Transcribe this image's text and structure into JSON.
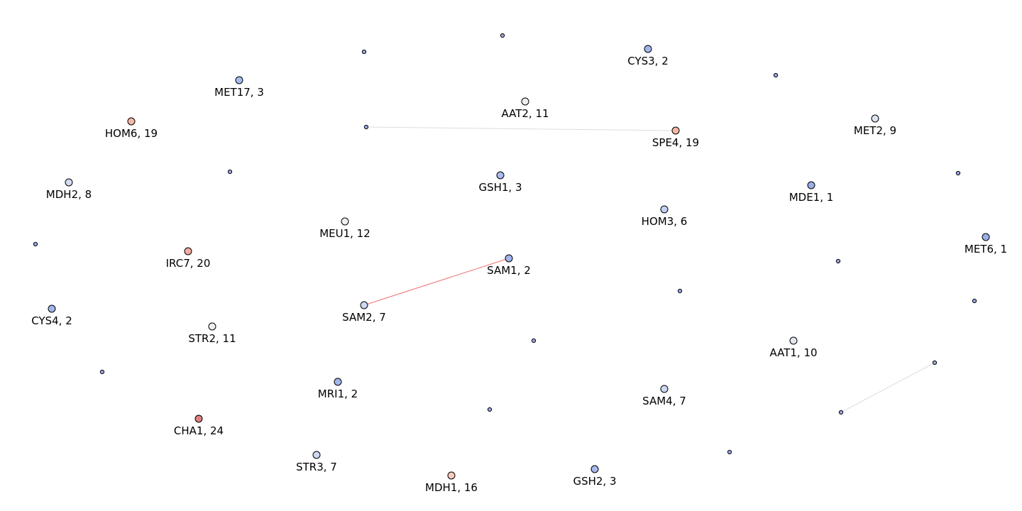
{
  "colors": {
    "background": "#ffffff",
    "node_stroke": "#000000",
    "small_node_fill": "#9aa6e6",
    "edge_red": "#f07070",
    "edge_gray": "#dddddd"
  },
  "nodes": [
    {
      "id": "MET17",
      "label": "MET17, 3",
      "color": "#a9bbee"
    },
    {
      "id": "HOM6",
      "label": "HOM6, 19",
      "color": "#f4b8a6"
    },
    {
      "id": "MDH2",
      "label": "MDH2, 8",
      "color": "#d3dcf3"
    },
    {
      "id": "IRC7",
      "label": "IRC7, 20",
      "color": "#f2ada0"
    },
    {
      "id": "CYS4",
      "label": "CYS4, 2",
      "color": "#a3b6ec"
    },
    {
      "id": "STR2",
      "label": "STR2, 11",
      "color": "#eeeeee"
    },
    {
      "id": "CHA1",
      "label": "CHA1, 24",
      "color": "#e08181"
    },
    {
      "id": "STR3",
      "label": "STR3, 7",
      "color": "#cdd8f3"
    },
    {
      "id": "MRI1",
      "label": "MRI1, 2",
      "color": "#a3b6ec"
    },
    {
      "id": "MEU1",
      "label": "MEU1, 12",
      "color": "#f2f0ef"
    },
    {
      "id": "SAM2",
      "label": "SAM2, 7",
      "color": "#cdd8f3"
    },
    {
      "id": "MDH1",
      "label": "MDH1, 16",
      "color": "#f6ccbb"
    },
    {
      "id": "AAT2",
      "label": "AAT2, 11",
      "color": "#eeeeee"
    },
    {
      "id": "GSH1",
      "label": "GSH1, 3",
      "color": "#a9bbee"
    },
    {
      "id": "SAM1",
      "label": "SAM1, 2",
      "color": "#a3b6ec"
    },
    {
      "id": "GSH2",
      "label": "GSH2, 3",
      "color": "#a9bbee"
    },
    {
      "id": "CYS3",
      "label": "CYS3, 2",
      "color": "#a3b6ec"
    },
    {
      "id": "SPE4",
      "label": "SPE4, 19",
      "color": "#f4b8a6"
    },
    {
      "id": "HOM3",
      "label": "HOM3, 6",
      "color": "#c4d1f2"
    },
    {
      "id": "SAM4",
      "label": "SAM4, 7",
      "color": "#cdd8f3"
    },
    {
      "id": "MET2",
      "label": "MET2, 9",
      "color": "#dbe2f4"
    },
    {
      "id": "MDE1",
      "label": "MDE1, 1",
      "color": "#9aaee9"
    },
    {
      "id": "AAT1",
      "label": "AAT1, 10",
      "color": "#e3e7f0"
    },
    {
      "id": "MET6",
      "label": "MET6, 1",
      "color": "#9aaee9"
    }
  ],
  "small_nodes": [
    {
      "id": "s1"
    },
    {
      "id": "s2"
    },
    {
      "id": "s3"
    },
    {
      "id": "s4"
    },
    {
      "id": "s5"
    },
    {
      "id": "s6"
    },
    {
      "id": "s7"
    },
    {
      "id": "s8"
    },
    {
      "id": "s9"
    },
    {
      "id": "s10"
    },
    {
      "id": "s11"
    },
    {
      "id": "s12"
    },
    {
      "id": "s13"
    },
    {
      "id": "s14"
    },
    {
      "id": "s15"
    },
    {
      "id": "s16"
    },
    {
      "id": "s17"
    }
  ],
  "edges": [
    {
      "source": "SAM2",
      "target": "SAM1",
      "color": "#f07070"
    },
    {
      "source": "s3",
      "target": "SPE4",
      "color": "#dddddd"
    },
    {
      "source": "s14",
      "target": "s15",
      "color": "#dddddd"
    }
  ]
}
